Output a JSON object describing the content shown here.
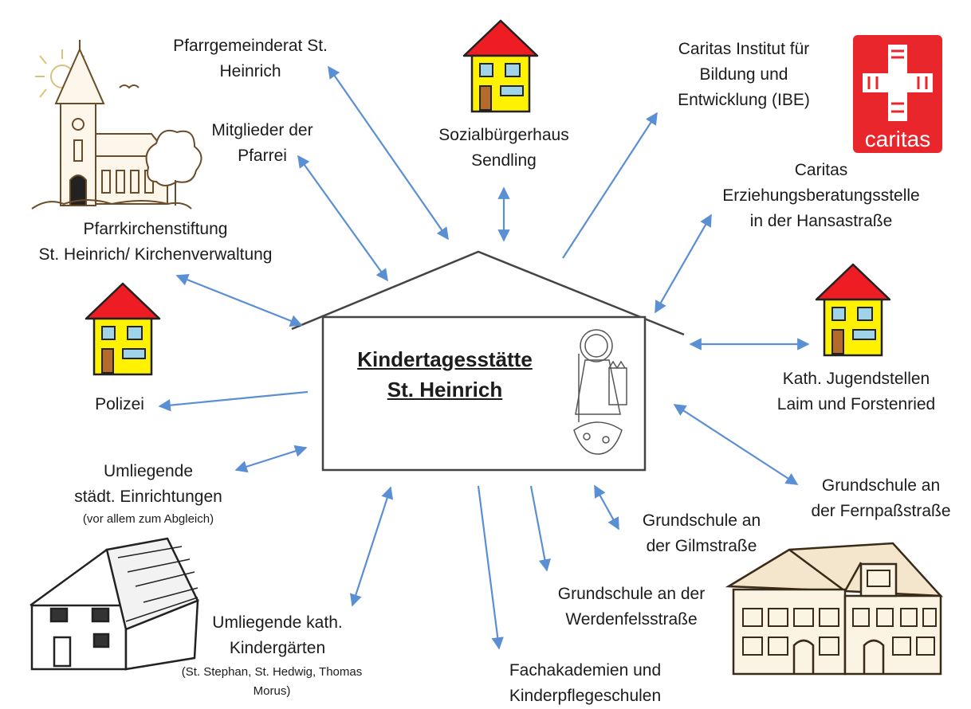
{
  "center": {
    "line1": "Kindertagesstätte",
    "line2": "St. Heinrich"
  },
  "partners": {
    "pfarrgemeinderat": [
      "Pfarrgemeinderat St.",
      "Heinrich"
    ],
    "mitglieder": [
      "Mitglieder der",
      "Pfarrei"
    ],
    "pfarrkirchenstiftung": [
      "Pfarrkirchenstiftung",
      "St. Heinrich/ Kirchenverwaltung"
    ],
    "polizei": [
      "Polizei"
    ],
    "umliegende_staedt": [
      "Umliegende",
      "städt. Einrichtungen"
    ],
    "umliegende_staedt_note": "(vor allem  zum Abgleich)",
    "umliegende_kath": [
      "Umliegende kath.",
      "Kindergärten"
    ],
    "umliegende_kath_note": [
      "(St. Stephan, St. Hedwig, Thomas",
      "Morus)"
    ],
    "sozialbuergerhaus": [
      "Sozialbürgerhaus",
      "Sendling"
    ],
    "caritas_ibe": [
      "Caritas Institut für",
      "Bildung und",
      "Entwicklung (IBE)"
    ],
    "caritas_erziehung": [
      "Caritas",
      "Erziehungsberatungsstelle",
      "in der Hansastraße"
    ],
    "jugendstellen": [
      "Kath. Jugendstellen",
      "Laim und Forstenried"
    ],
    "gs_fernpass": [
      "Grundschule an",
      "der Fernpaßstraße"
    ],
    "gs_gilm": [
      "Grundschule an",
      "der Gilmstraße"
    ],
    "gs_werdenfels": [
      "Grundschule an der",
      "Werdenfelsstraße"
    ],
    "fachakademien": [
      "Fachakademien und",
      "Kinderpflegeschulen"
    ]
  },
  "logo": {
    "caritas_text": "caritas"
  },
  "colors": {
    "arrow": "#5b8fd4",
    "roof": "#ee1d23",
    "wall": "#fff200",
    "window": "#9fd3ea",
    "caritas_red": "#e8262c",
    "outline": "#333333"
  }
}
